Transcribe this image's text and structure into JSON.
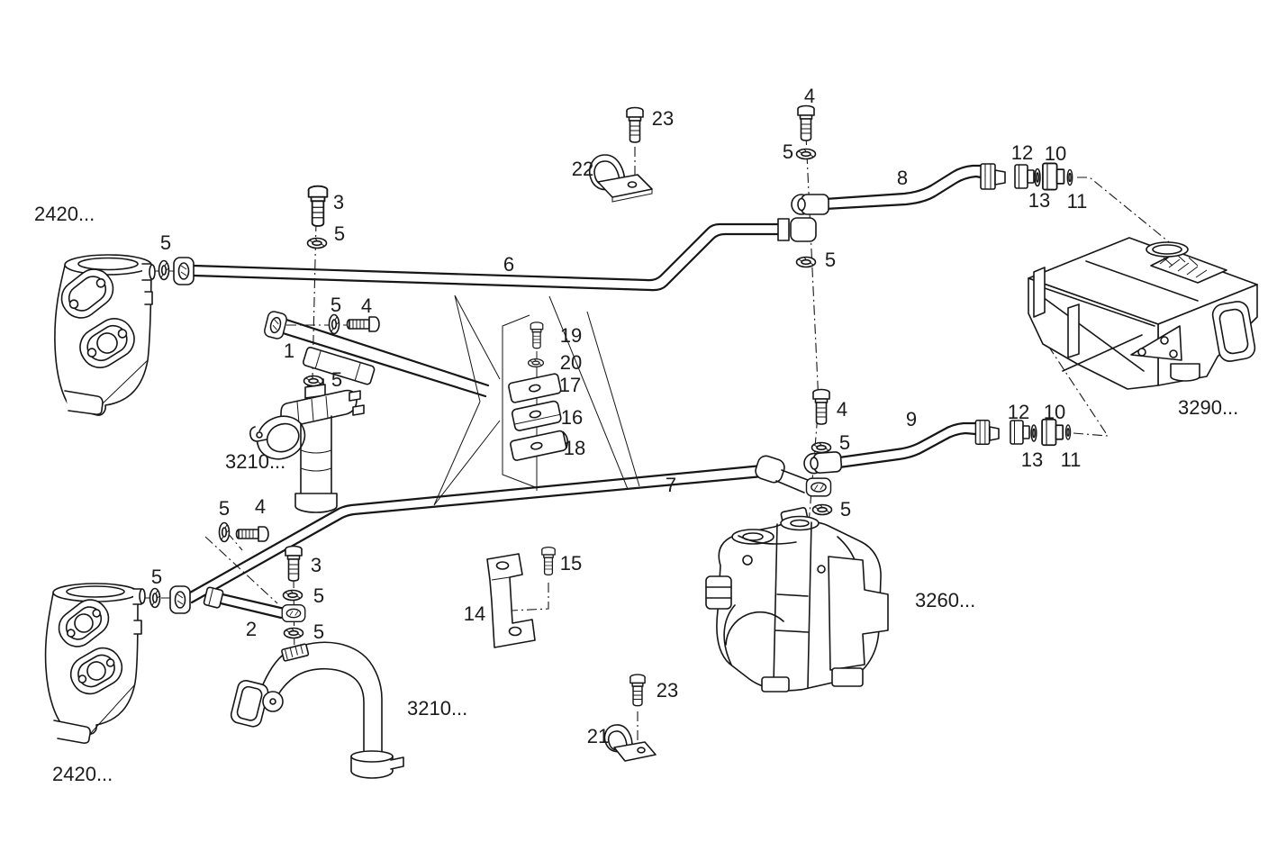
{
  "style": {
    "background": "#ffffff",
    "line_color": "#161616",
    "label_color": "#1b1b1b"
  },
  "part_groups": {
    "housing_top_left": "2420...",
    "housing_bottom_left": "2420...",
    "pipe_assembly_mid": "3210...",
    "elbow_pipe_bottom": "3210...",
    "pump": "3260...",
    "cooler": "3290..."
  },
  "callouts": [
    "3",
    "5",
    "5",
    "23",
    "22",
    "6",
    "4",
    "5",
    "8",
    "12",
    "10",
    "13",
    "11",
    "5",
    "5",
    "4",
    "1",
    "5",
    "19",
    "20",
    "17",
    "16",
    "18",
    "4",
    "9",
    "12",
    "10",
    "5",
    "13",
    "11",
    "7",
    "5",
    "4",
    "5",
    "5",
    "3",
    "5",
    "2",
    "5",
    "15",
    "14",
    "21",
    "23"
  ]
}
